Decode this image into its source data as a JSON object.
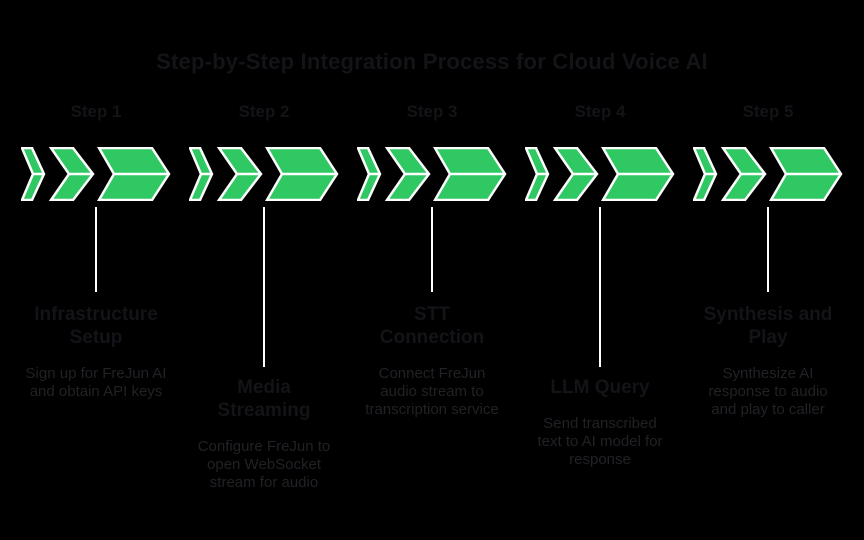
{
  "title": "Step-by-Step Integration Process for Cloud Voice AI",
  "step_icon": "triple-chevron-arrow-icon",
  "colors": {
    "background": "#000000",
    "accent_green": "#2FC862",
    "outline_white": "#FFFFFF",
    "heading_text": "#131318",
    "body_text": "#212126"
  },
  "steps": [
    {
      "label": "Step 1",
      "title_lines": [
        "Infrastructure",
        "Setup"
      ],
      "description_lines": [
        "Sign up for FreJun AI",
        "and obtain API keys"
      ]
    },
    {
      "label": "Step 2",
      "title_lines": [
        "Media",
        "Streaming"
      ],
      "description_lines": [
        "Configure FreJun to",
        "open WebSocket",
        "stream for audio"
      ]
    },
    {
      "label": "Step 3",
      "title_lines": [
        "STT",
        "Connection"
      ],
      "description_lines": [
        "Connect FreJun",
        "audio stream to",
        "transcription service"
      ]
    },
    {
      "label": "Step 4",
      "title_lines": [
        "LLM Query"
      ],
      "description_lines": [
        "Send transcribed",
        "text to AI model for",
        "response"
      ]
    },
    {
      "label": "Step 5",
      "title_lines": [
        "Synthesis and",
        "Play"
      ],
      "description_lines": [
        "Synthesize AI",
        "response to audio",
        "and play to caller"
      ]
    }
  ]
}
